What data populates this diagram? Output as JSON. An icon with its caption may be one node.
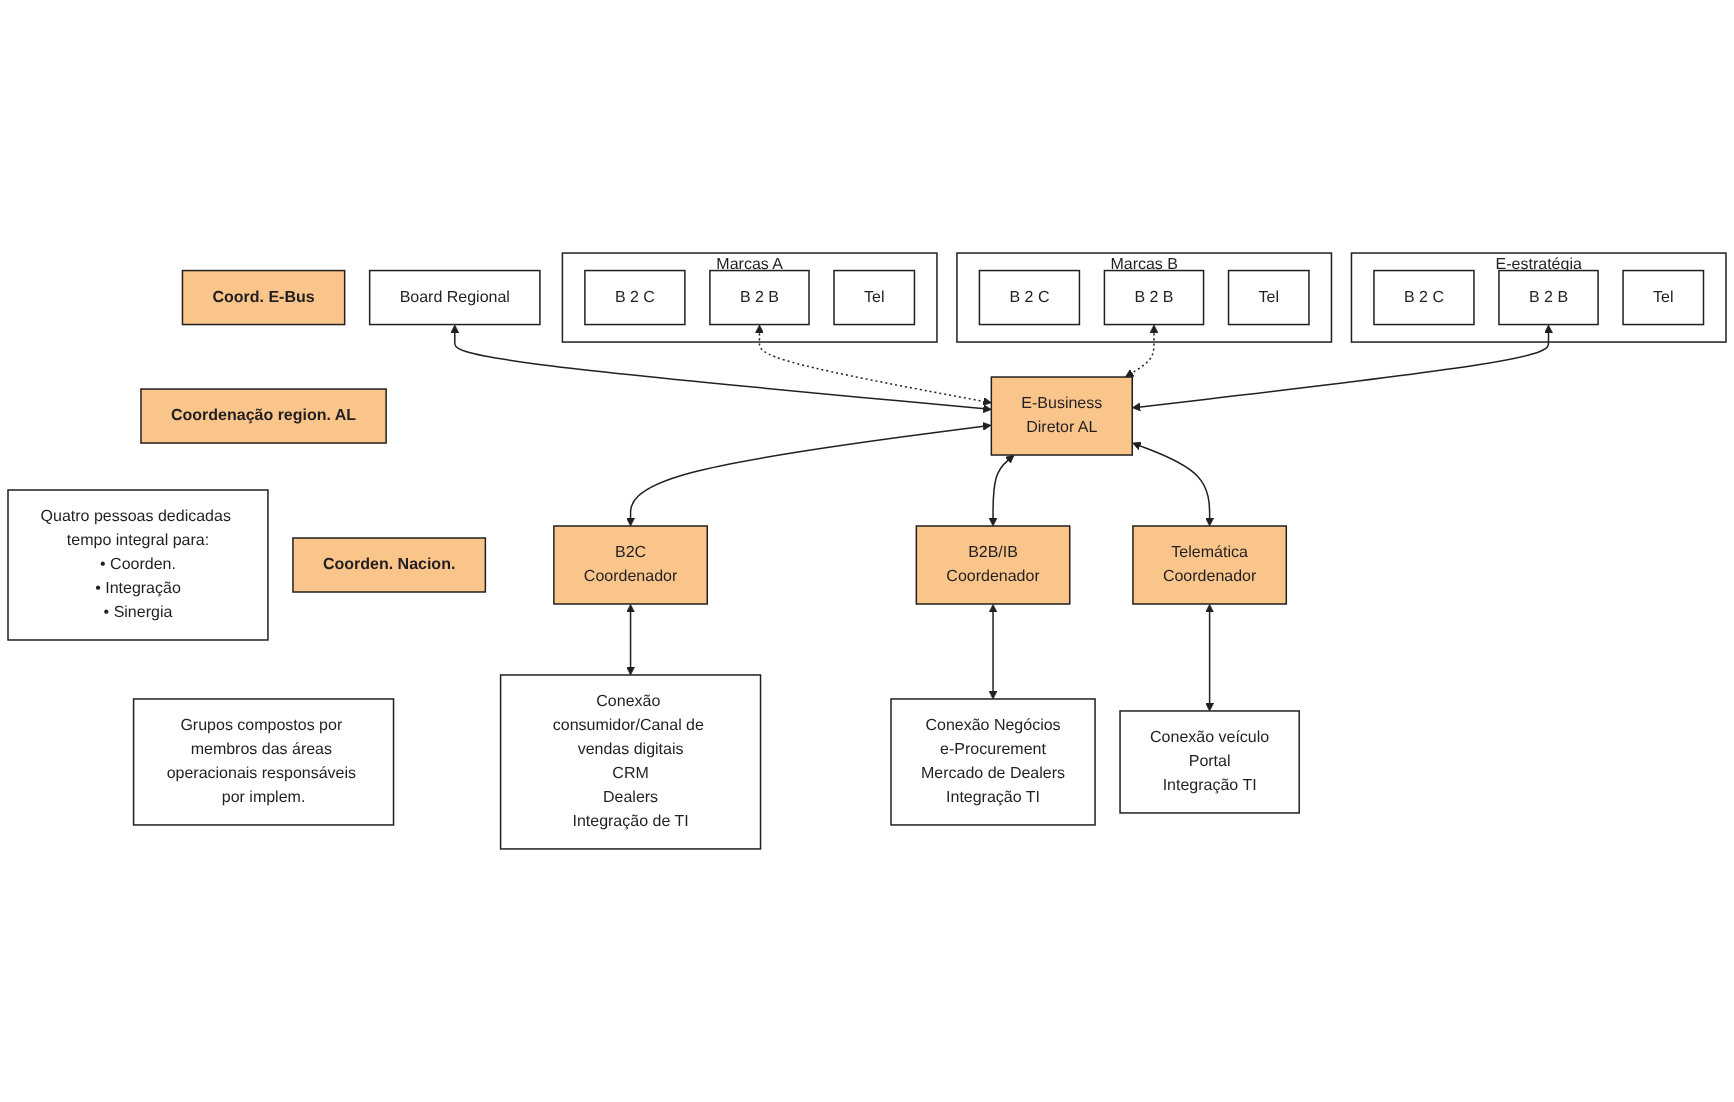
{
  "diagram": {
    "nodes": [
      {
        "text": [
          "Coord. E-Bus"
        ]
      },
      {
        "text": [
          "Board Regional"
        ]
      },
      {
        "text": [
          "Marcas A"
        ]
      },
      {
        "text": [
          "B 2 C"
        ],
        "in": 2
      },
      {
        "text": [
          "B 2 B"
        ],
        "in": 2
      },
      {
        "text": [
          "Tel"
        ],
        "in": 2
      },
      {
        "text": [
          "Marcas B"
        ]
      },
      {
        "text": [
          "B 2 C"
        ],
        "in": 6
      },
      {
        "text": [
          "B 2 B"
        ],
        "in": 6
      },
      {
        "text": [
          "Tel"
        ],
        "in": 6
      },
      {
        "text": [
          "E-estratégia"
        ]
      },
      {
        "text": [
          "B 2 C"
        ],
        "in": 10
      },
      {
        "text": [
          "B 2 B"
        ],
        "in": 10
      },
      {
        "text": [
          "Tel"
        ],
        "in": 10
      },
      {
        "text": [
          "Quatro pessoas dedicadas tempo integral para:",
          "• Coorden.",
          "• Integração",
          "• Sinergia"
        ]
      },
      {
        "text": [
          "Coordenação region. AL"
        ]
      },
      {
        "text": [
          "E-Business",
          "Diretor AL"
        ]
      },
      {
        "text": [
          "B2C",
          "Coordenador"
        ]
      },
      {
        "text": [
          "B2B/IB",
          "Coordenador"
        ]
      },
      {
        "text": [
          "Telemática",
          "Coordenador"
        ]
      },
      {
        "text": [
          "Grupos compostos por membros das áreas operacionais responsáveis por implem."
        ]
      },
      {
        "text": [
          "Coorden. Nacion."
        ]
      },
      {
        "text": [
          "Conexão consumidor/Canal de vendas digitais",
          "CRM",
          "Dealers",
          "Integração de TI"
        ]
      },
      {
        "text": [
          "Conexão Negócios",
          "e-Procurement",
          "Mercado de Dealers",
          "Integração TI"
        ]
      },
      {
        "text": [
          "Conexão veículo",
          "Portal",
          "Integração TI"
        ]
      }
    ],
    "edges": [
      {
        "from": 1,
        "to": 16,
        "arrow": "both"
      },
      {
        "from": 4,
        "to": 16,
        "arrow": "both",
        "style": "dashed"
      },
      {
        "from": 8,
        "to": 16,
        "arrow": "both",
        "style": "dashed"
      },
      {
        "from": 12,
        "to": 16,
        "arrow": "both"
      },
      {
        "from": 16,
        "to": 17,
        "arrow": "both"
      },
      {
        "from": 16,
        "to": 18,
        "arrow": "both"
      },
      {
        "from": 16,
        "to": 19,
        "arrow": "both"
      },
      {
        "from": 17,
        "to": 22,
        "arrow": "both"
      },
      {
        "from": 18,
        "to": 23,
        "arrow": "both"
      },
      {
        "from": 19,
        "to": 24,
        "arrow": "both"
      }
    ]
  }
}
